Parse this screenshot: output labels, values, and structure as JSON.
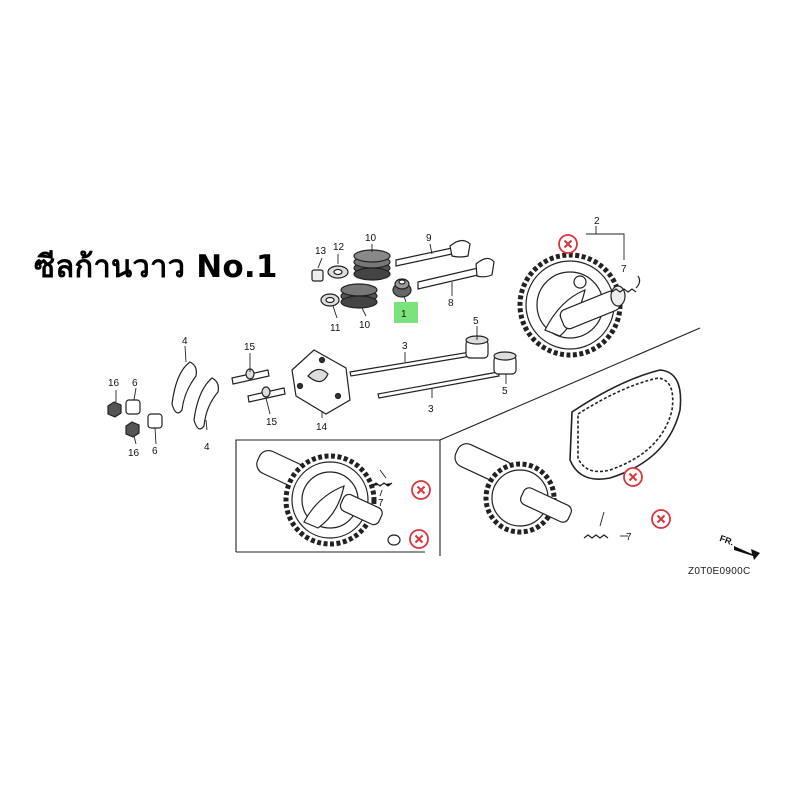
{
  "title": "ซีลก้านวาว No.1",
  "diagram_code": "Z0T0E0900C",
  "direction_label": "FR.",
  "highlighted_part": "1",
  "part_labels": {
    "p1": "1",
    "p2": "2",
    "p3a": "3",
    "p3b": "3",
    "p4a": "4",
    "p4b": "4",
    "p5a": "5",
    "p5b": "5",
    "p6a": "6",
    "p6b": "6",
    "p7a": "7",
    "p7b": "7",
    "p7c": "7",
    "p8": "8",
    "p9": "9",
    "p10a": "10",
    "p10b": "10",
    "p11": "11",
    "p12": "12",
    "p13": "13",
    "p14": "14",
    "p15a": "15",
    "p15b": "15",
    "p16a": "16",
    "p16b": "16"
  },
  "colors": {
    "highlight": "#7be37b",
    "not_supplied_mark": "#d9363e",
    "line": "#222222"
  },
  "icons": [
    "not-supplied-x-icon",
    "direction-arrow-icon"
  ]
}
